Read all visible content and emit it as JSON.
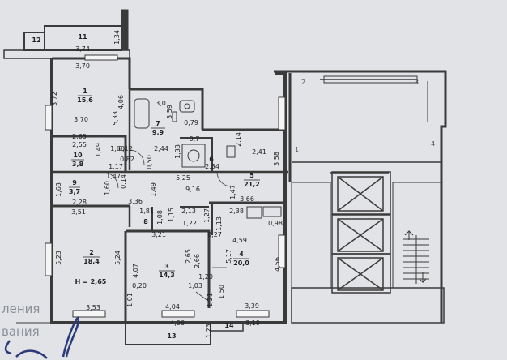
{
  "rooms": [
    {
      "no": "1",
      "area": "15,6"
    },
    {
      "no": "2",
      "area": "18,4"
    },
    {
      "no": "3",
      "area": "14,3"
    },
    {
      "no": "4",
      "area": "20,0"
    },
    {
      "no": "5",
      "area": "21,2"
    },
    {
      "no": "6",
      "area": ""
    },
    {
      "no": "7",
      "area": "9,9"
    },
    {
      "no": "8",
      "area": ""
    },
    {
      "no": "9",
      "area": "3,7"
    },
    {
      "no": "10",
      "area": "3,8"
    },
    {
      "no": "11",
      "area": ""
    },
    {
      "no": "12",
      "area": ""
    },
    {
      "no": "13",
      "area": ""
    },
    {
      "no": "14",
      "area": ""
    }
  ],
  "height_note": "H = 2,65",
  "dimensions": [
    "3,74",
    "3,70",
    "3,72",
    "3,70",
    "5,33",
    "4,06",
    "1,34",
    "3,01",
    "0,79",
    "3,59",
    "2,65",
    "2,55",
    "1,49",
    "1,60",
    "0,12",
    "2,44",
    "0,82",
    "0,7",
    "2,41",
    "3,58",
    "2,14",
    "1,17",
    "0,50",
    "2,34",
    "1,33",
    "1,47",
    "0,14",
    "5,25",
    "9,16",
    "1,49",
    "1,47",
    "3,66",
    "1,63",
    "1,60",
    "2,28",
    "3,36",
    "3,51",
    "1,81",
    "1,08",
    "2,13",
    "1,15",
    "1,13",
    "1,27",
    "1,22",
    "2,38",
    "0,98",
    "3,21",
    "0,27",
    "4,59",
    "5,17",
    "4,56",
    "5,23",
    "5,24",
    "4,07",
    "2,65",
    "2,66",
    "1,20",
    "0,20",
    "1,03",
    "1,01",
    "1,50",
    "1,21",
    "3,53",
    "4,04",
    "3,39",
    "4,06",
    "1,23",
    "3,19"
  ],
  "side_labels": [
    "1",
    "2",
    "3",
    "4"
  ],
  "stamp_lines": [
    "ления",
    "вания"
  ],
  "colors": {
    "wall": "#3a3a3a",
    "background": "#d9dadc",
    "paper": "#e9eaec",
    "stamp": "#8a8f99"
  }
}
